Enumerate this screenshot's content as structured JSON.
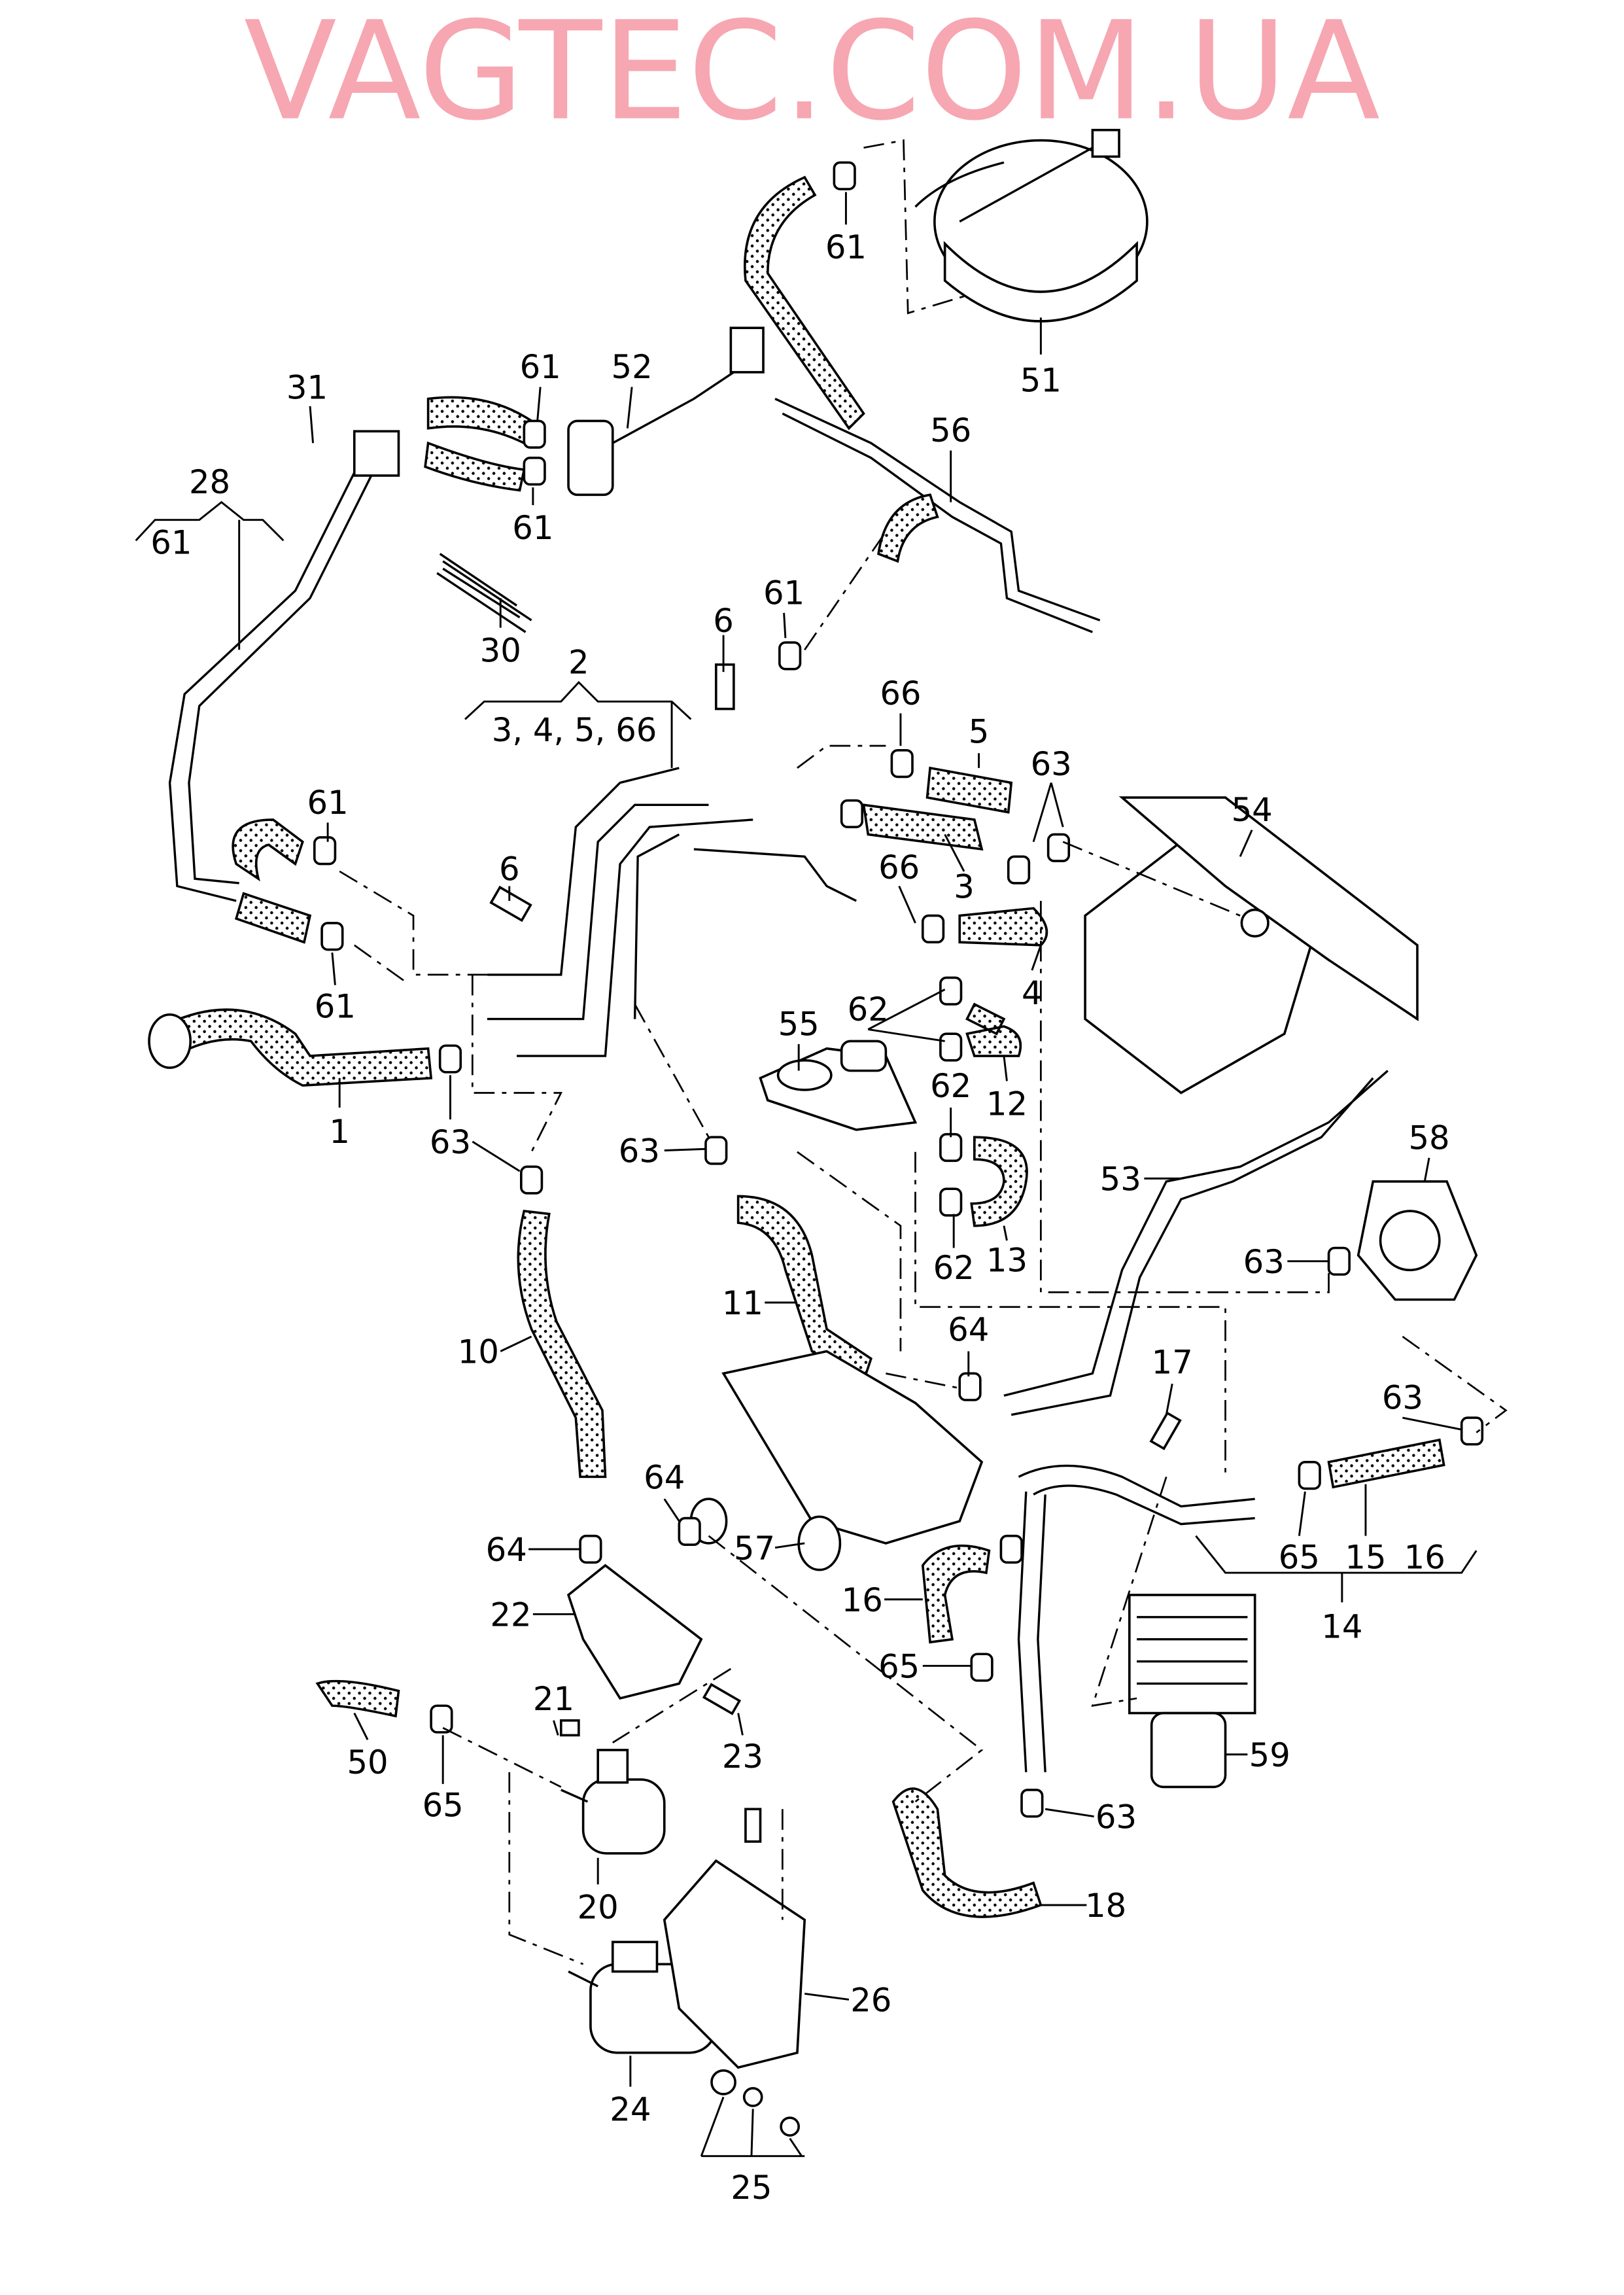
{
  "diagram": {
    "watermark": "VAGTEC.COM.UA",
    "callouts": [
      "61",
      "51",
      "31",
      "61",
      "52",
      "28",
      "61",
      "61",
      "56",
      "30",
      "6",
      "61",
      "2",
      "3, 4, 5, 66",
      "66",
      "5",
      "63",
      "54",
      "61",
      "6",
      "66",
      "3",
      "4",
      "61",
      "62",
      "55",
      "12",
      "62",
      "1",
      "63",
      "63",
      "53",
      "58",
      "63",
      "62",
      "13",
      "11",
      "10",
      "64",
      "17",
      "63",
      "64",
      "57",
      "64",
      "65",
      "15",
      "16",
      "14",
      "16",
      "22",
      "65",
      "21",
      "59",
      "23",
      "50",
      "65",
      "63",
      "20",
      "18",
      "26",
      "24",
      "25"
    ]
  }
}
